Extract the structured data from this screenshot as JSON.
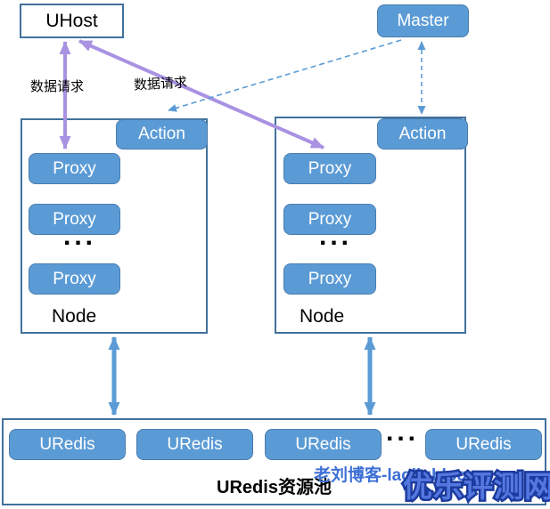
{
  "uhost": {
    "label": "UHost"
  },
  "master": {
    "label": "Master"
  },
  "requests": {
    "left": "数据请求",
    "right": "数据请求"
  },
  "node_left": {
    "action": "Action",
    "proxies": [
      "Proxy",
      "Proxy",
      "Proxy"
    ],
    "ellipsis": "...",
    "label": "Node"
  },
  "node_right": {
    "action": "Action",
    "proxies": [
      "Proxy",
      "Proxy",
      "Proxy"
    ],
    "ellipsis": "...",
    "label": "Node"
  },
  "pool": {
    "units": [
      "URedis",
      "URedis",
      "URedis",
      "URedis"
    ],
    "ellipsis": "...",
    "label": "URedis资源池"
  },
  "watermark": {
    "blog": "老刘博客-laoliublog.cn",
    "site": "优乐评测网"
  },
  "colors": {
    "box_fill": "#5B9BD5",
    "box_border": "#4A7DB0",
    "container_border": "#41719C",
    "purple_arrow": "#A992E2",
    "blue_arrow": "#5B9BD5",
    "text_on_blue": "#FFFFFF",
    "watermark_blog": "#3D6FD6",
    "watermark_site_fill": "#5577E0",
    "watermark_site_outline": "#1C3B9E"
  }
}
